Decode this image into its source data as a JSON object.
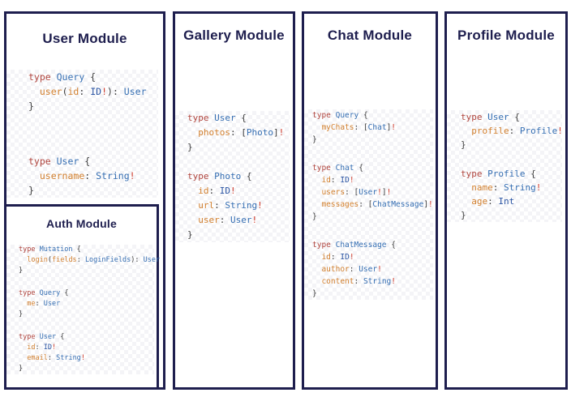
{
  "page": {
    "background": "#ffffff"
  },
  "colors": {
    "navy": "#1e1e4e",
    "keyword": "#b0453e",
    "type": "#366fb3",
    "builtin": "#2b55a3",
    "field": "#d2802f",
    "punct": "#3d3d3d",
    "bang": "#d03c2c"
  },
  "modules": {
    "user": {
      "title": "User Module",
      "blocks": [
        [
          [
            [
              "kw",
              "type "
            ],
            [
              "ty",
              "Query "
            ],
            [
              "pn",
              "{"
            ]
          ],
          [
            [
              "pn",
              "  "
            ],
            [
              "fld",
              "user"
            ],
            [
              "pn",
              "("
            ],
            [
              "fld",
              "id"
            ],
            [
              "pn",
              ": "
            ],
            [
              "bi",
              "ID"
            ],
            [
              "ex",
              "!"
            ],
            [
              "pn",
              "): "
            ],
            [
              "ty",
              "User"
            ]
          ],
          [
            [
              "pn",
              "}"
            ]
          ]
        ],
        [
          [
            [
              "kw",
              "type "
            ],
            [
              "ty",
              "User "
            ],
            [
              "pn",
              "{"
            ]
          ],
          [
            [
              "pn",
              "  "
            ],
            [
              "fld",
              "username"
            ],
            [
              "pn",
              ": "
            ],
            [
              "ty",
              "String"
            ],
            [
              "ex",
              "!"
            ]
          ],
          [
            [
              "pn",
              "}"
            ]
          ]
        ]
      ]
    },
    "auth": {
      "title": "Auth Module",
      "blocks": [
        [
          [
            [
              "kw",
              "type "
            ],
            [
              "ty",
              "Mutation "
            ],
            [
              "pn",
              "{"
            ]
          ],
          [
            [
              "pn",
              "  "
            ],
            [
              "fld",
              "login"
            ],
            [
              "pn",
              "("
            ],
            [
              "fld",
              "fields"
            ],
            [
              "pn",
              ": "
            ],
            [
              "ty",
              "LoginFields"
            ],
            [
              "pn",
              "): "
            ],
            [
              "ty",
              "User"
            ]
          ],
          [
            [
              "pn",
              "}"
            ]
          ]
        ],
        [
          [
            [
              "kw",
              "type "
            ],
            [
              "ty",
              "Query "
            ],
            [
              "pn",
              "{"
            ]
          ],
          [
            [
              "pn",
              "  "
            ],
            [
              "fld",
              "me"
            ],
            [
              "pn",
              ": "
            ],
            [
              "ty",
              "User"
            ]
          ],
          [
            [
              "pn",
              "}"
            ]
          ]
        ],
        [
          [
            [
              "kw",
              "type "
            ],
            [
              "ty",
              "User "
            ],
            [
              "pn",
              "{"
            ]
          ],
          [
            [
              "pn",
              "  "
            ],
            [
              "fld",
              "id"
            ],
            [
              "pn",
              ": "
            ],
            [
              "bi",
              "ID"
            ],
            [
              "ex",
              "!"
            ]
          ],
          [
            [
              "pn",
              "  "
            ],
            [
              "fld",
              "email"
            ],
            [
              "pn",
              ": "
            ],
            [
              "ty",
              "String"
            ],
            [
              "ex",
              "!"
            ]
          ],
          [
            [
              "pn",
              "}"
            ]
          ]
        ]
      ]
    },
    "gallery": {
      "title": "Gallery Module",
      "blocks": [
        [
          [
            [
              "kw",
              "type "
            ],
            [
              "ty",
              "User "
            ],
            [
              "pn",
              "{"
            ]
          ],
          [
            [
              "pn",
              "  "
            ],
            [
              "fld",
              "photos"
            ],
            [
              "pn",
              ": ["
            ],
            [
              "ty",
              "Photo"
            ],
            [
              "pn",
              "]"
            ],
            [
              "ex",
              "!"
            ]
          ],
          [
            [
              "pn",
              "}"
            ]
          ]
        ],
        [
          [
            [
              "kw",
              "type "
            ],
            [
              "ty",
              "Photo "
            ],
            [
              "pn",
              "{"
            ]
          ],
          [
            [
              "pn",
              "  "
            ],
            [
              "fld",
              "id"
            ],
            [
              "pn",
              ": "
            ],
            [
              "bi",
              "ID"
            ],
            [
              "ex",
              "!"
            ]
          ],
          [
            [
              "pn",
              "  "
            ],
            [
              "fld",
              "url"
            ],
            [
              "pn",
              ": "
            ],
            [
              "ty",
              "String"
            ],
            [
              "ex",
              "!"
            ]
          ],
          [
            [
              "pn",
              "  "
            ],
            [
              "fld",
              "user"
            ],
            [
              "pn",
              ": "
            ],
            [
              "ty",
              "User"
            ],
            [
              "ex",
              "!"
            ]
          ],
          [
            [
              "pn",
              "}"
            ]
          ]
        ]
      ]
    },
    "chat": {
      "title": "Chat Module",
      "blocks": [
        [
          [
            [
              "kw",
              "type "
            ],
            [
              "ty",
              "Query "
            ],
            [
              "pn",
              "{"
            ]
          ],
          [
            [
              "pn",
              "  "
            ],
            [
              "fld",
              "myChats"
            ],
            [
              "pn",
              ": ["
            ],
            [
              "ty",
              "Chat"
            ],
            [
              "pn",
              "]"
            ],
            [
              "ex",
              "!"
            ]
          ],
          [
            [
              "pn",
              "}"
            ]
          ]
        ],
        [
          [
            [
              "kw",
              "type "
            ],
            [
              "ty",
              "Chat "
            ],
            [
              "pn",
              "{"
            ]
          ],
          [
            [
              "pn",
              "  "
            ],
            [
              "fld",
              "id"
            ],
            [
              "pn",
              ": "
            ],
            [
              "bi",
              "ID"
            ],
            [
              "ex",
              "!"
            ]
          ],
          [
            [
              "pn",
              "  "
            ],
            [
              "fld",
              "users"
            ],
            [
              "pn",
              ": ["
            ],
            [
              "ty",
              "User"
            ],
            [
              "ex",
              "!"
            ],
            [
              "pn",
              "]"
            ],
            [
              "ex",
              "!"
            ]
          ],
          [
            [
              "pn",
              "  "
            ],
            [
              "fld",
              "messages"
            ],
            [
              "pn",
              ": ["
            ],
            [
              "ty",
              "ChatMessage"
            ],
            [
              "pn",
              "]"
            ],
            [
              "ex",
              "!"
            ]
          ],
          [
            [
              "pn",
              "}"
            ]
          ]
        ],
        [
          [
            [
              "kw",
              "type "
            ],
            [
              "ty",
              "ChatMessage "
            ],
            [
              "pn",
              "{"
            ]
          ],
          [
            [
              "pn",
              "  "
            ],
            [
              "fld",
              "id"
            ],
            [
              "pn",
              ": "
            ],
            [
              "bi",
              "ID"
            ],
            [
              "ex",
              "!"
            ]
          ],
          [
            [
              "pn",
              "  "
            ],
            [
              "fld",
              "author"
            ],
            [
              "pn",
              ": "
            ],
            [
              "ty",
              "User"
            ],
            [
              "ex",
              "!"
            ]
          ],
          [
            [
              "pn",
              "  "
            ],
            [
              "fld",
              "content"
            ],
            [
              "pn",
              ": "
            ],
            [
              "ty",
              "String"
            ],
            [
              "ex",
              "!"
            ]
          ],
          [
            [
              "pn",
              "}"
            ]
          ]
        ]
      ]
    },
    "profile": {
      "title": "Profile Module",
      "blocks": [
        [
          [
            [
              "kw",
              "type "
            ],
            [
              "ty",
              "User "
            ],
            [
              "pn",
              "{"
            ]
          ],
          [
            [
              "pn",
              "  "
            ],
            [
              "fld",
              "profile"
            ],
            [
              "pn",
              ": "
            ],
            [
              "ty",
              "Profile"
            ],
            [
              "ex",
              "!"
            ]
          ],
          [
            [
              "pn",
              "}"
            ]
          ]
        ],
        [
          [
            [
              "kw",
              "type "
            ],
            [
              "ty",
              "Profile "
            ],
            [
              "pn",
              "{"
            ]
          ],
          [
            [
              "pn",
              "  "
            ],
            [
              "fld",
              "name"
            ],
            [
              "pn",
              ": "
            ],
            [
              "ty",
              "String"
            ],
            [
              "ex",
              "!"
            ]
          ],
          [
            [
              "pn",
              "  "
            ],
            [
              "fld",
              "age"
            ],
            [
              "pn",
              ": "
            ],
            [
              "bi",
              "Int"
            ]
          ],
          [
            [
              "pn",
              "}"
            ]
          ]
        ]
      ]
    }
  }
}
